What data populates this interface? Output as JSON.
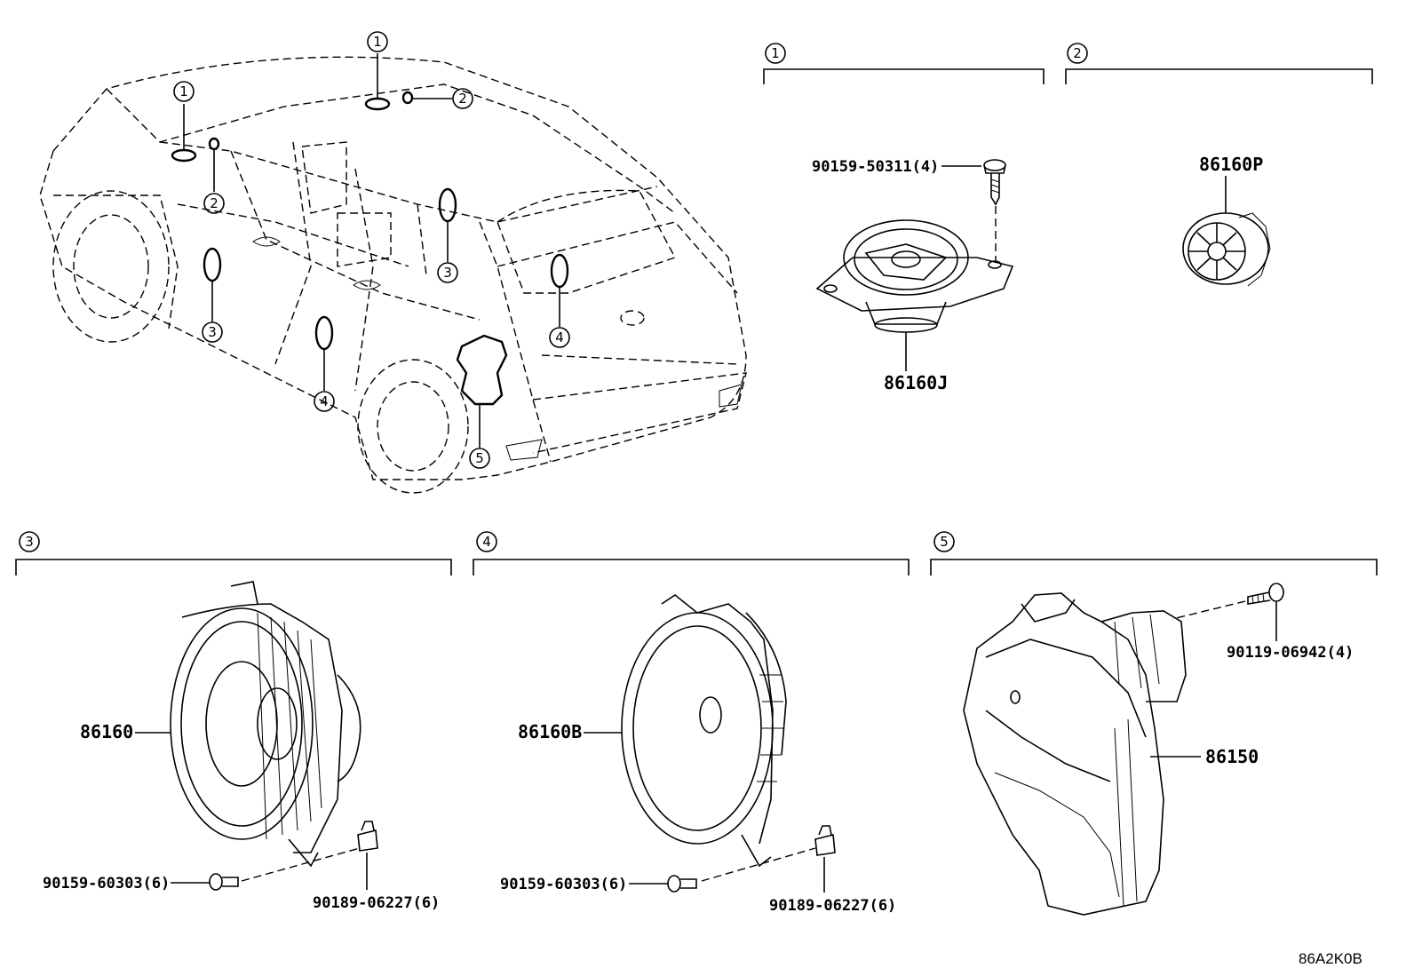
{
  "callouts": {
    "c1": "1",
    "c2": "2",
    "c3": "3",
    "c4": "4",
    "c5": "5"
  },
  "parts": {
    "screw_tweeter": "90159-50311(4)",
    "speaker_front_tweeter": "86160J",
    "speaker_center": "86160P",
    "speaker_front_door": "86160",
    "speaker_rear_door": "86160B",
    "woofer_box": "86150",
    "screw_front_door": "90159-60303(6)",
    "clip_front_door": "90189-06227(6)",
    "screw_rear_door": "90159-60303(6)",
    "clip_rear_door": "90189-06227(6)",
    "bolt_woofer": "90119-06942(4)"
  },
  "diagram_code": "86A2K0B"
}
